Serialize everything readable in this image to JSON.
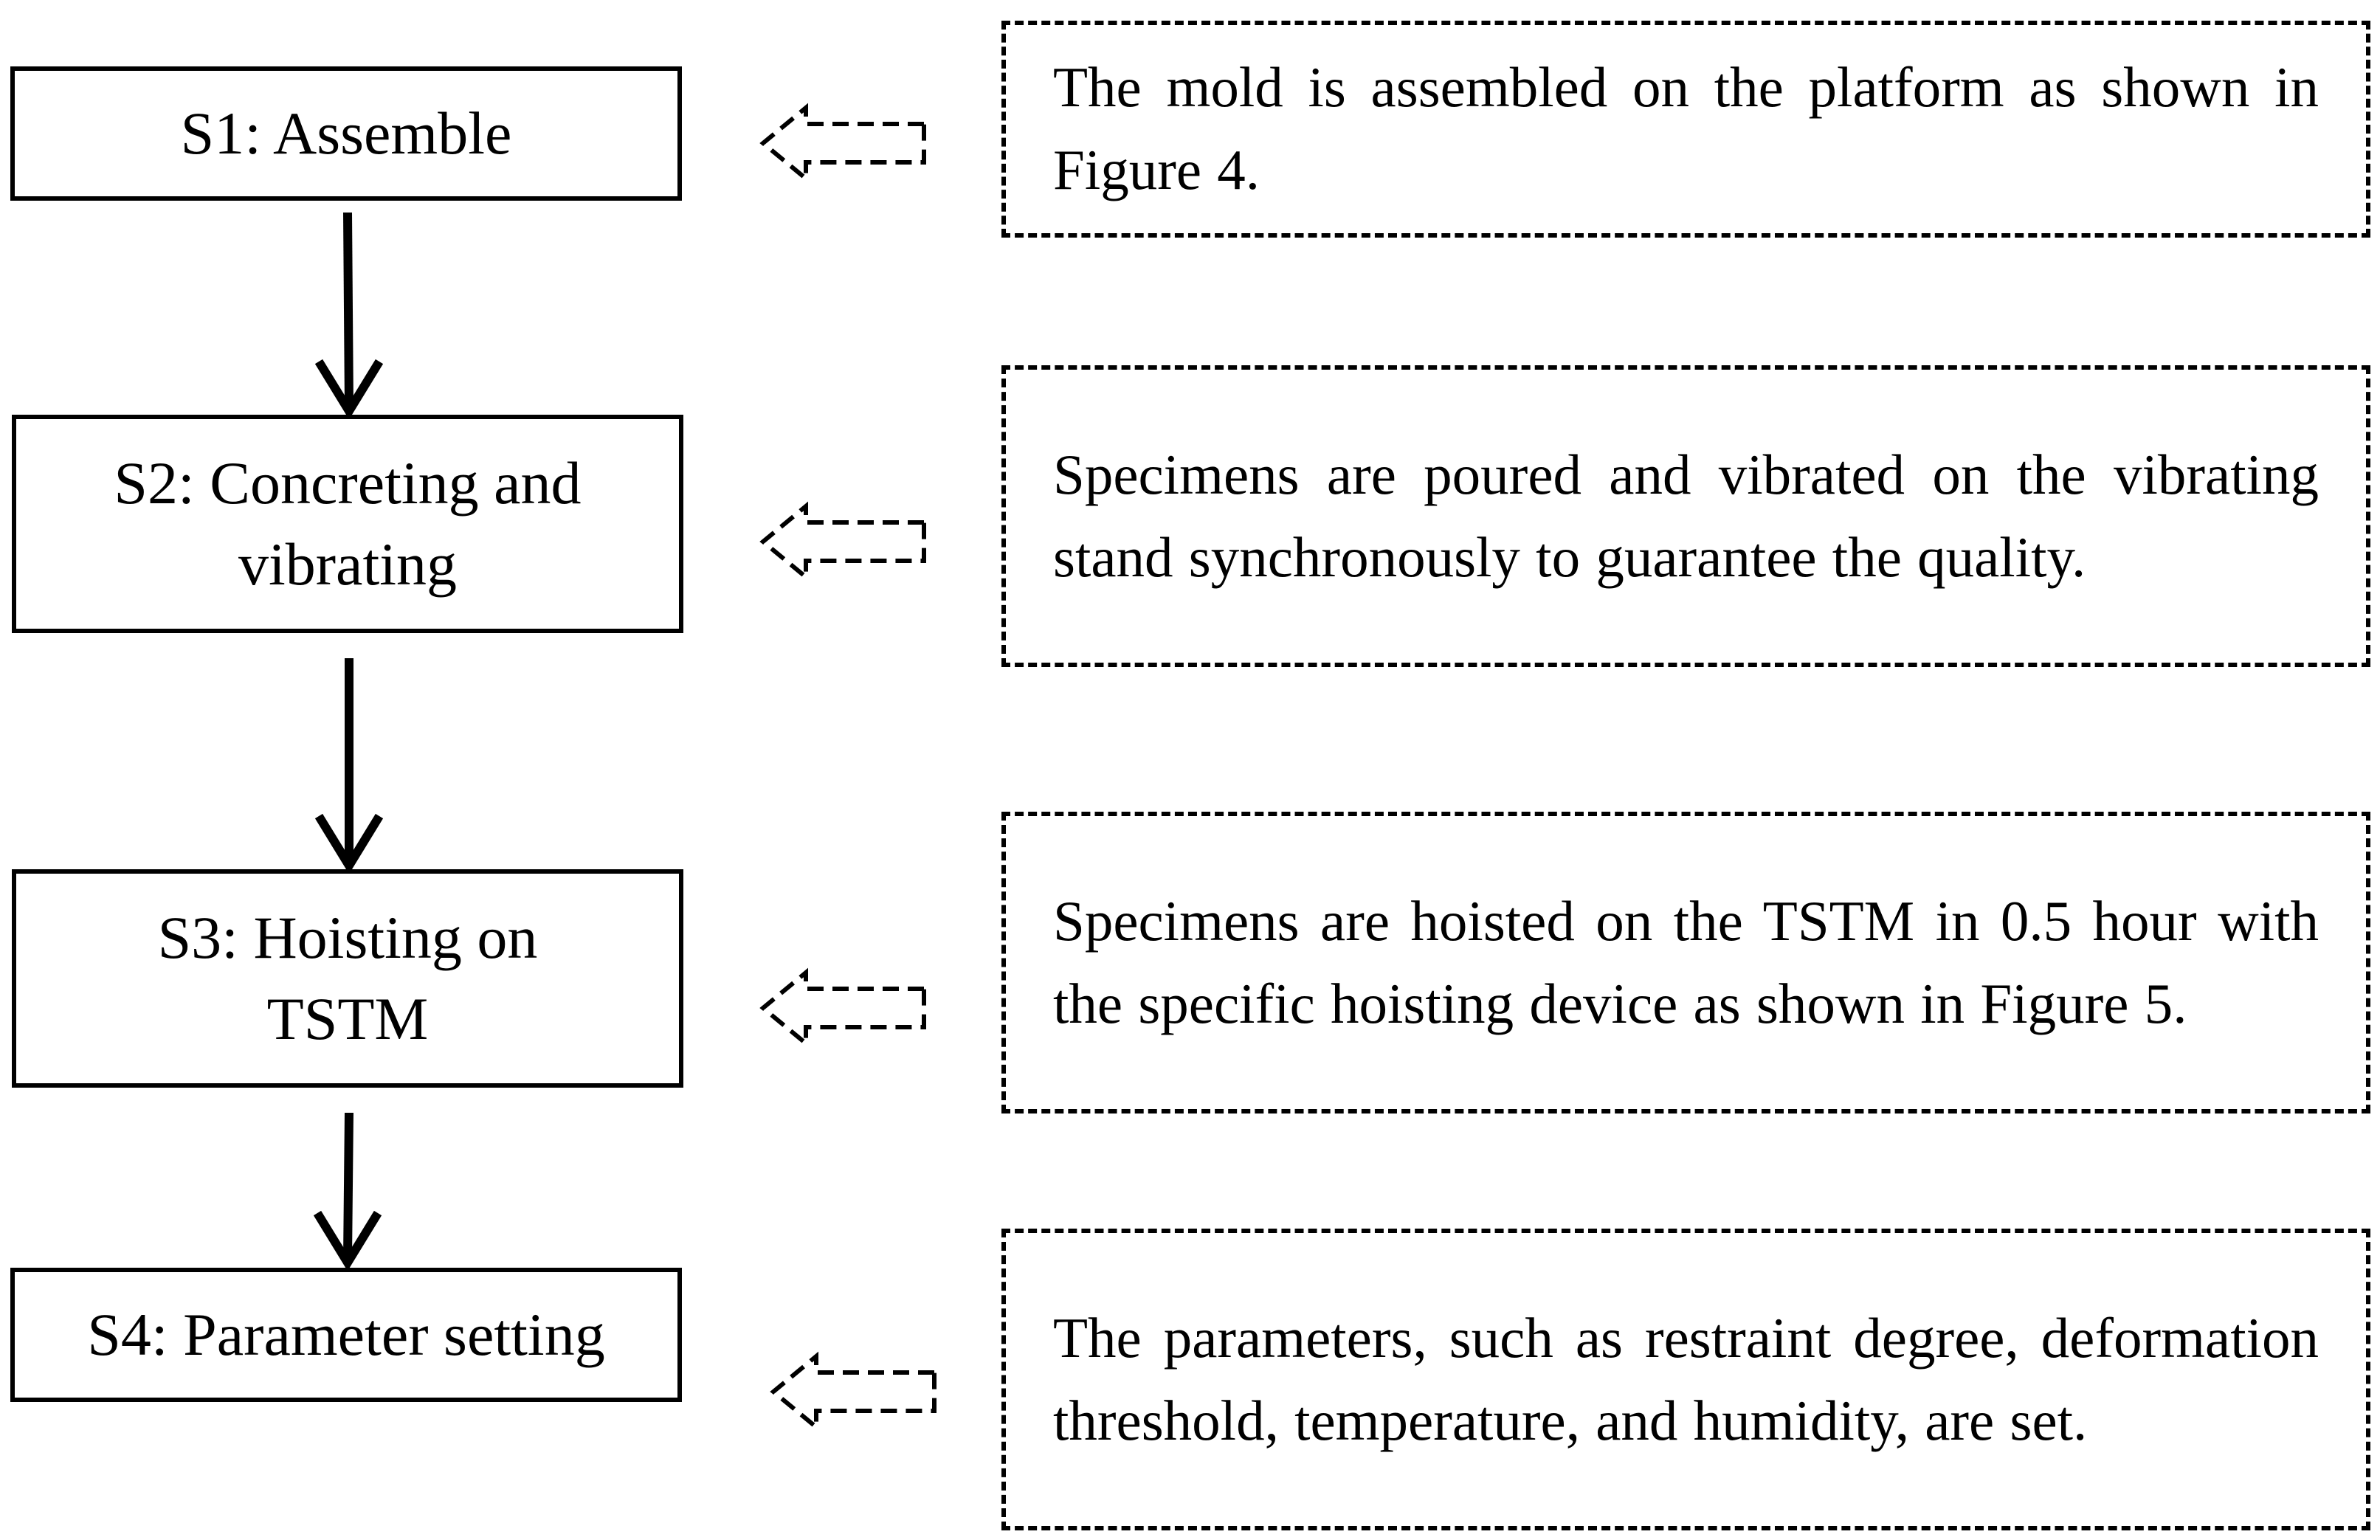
{
  "steps": [
    {
      "id": "s1",
      "label": "S1: Assemble"
    },
    {
      "id": "s2",
      "label": "S2: Concreting and vibrating"
    },
    {
      "id": "s3",
      "label": "S3: Hoisting on TSTM"
    },
    {
      "id": "s4",
      "label": "S4: Parameter setting"
    }
  ],
  "descriptions": [
    {
      "step": "s1",
      "text": "The mold is assembled on the platform as shown in Figure 4."
    },
    {
      "step": "s2",
      "text": "Specimens are poured and vibrated on the vibrating stand synchronously to guarantee the quality."
    },
    {
      "step": "s3",
      "text": "Specimens are hoisted on the TSTM in 0.5 hour with the specific hoisting device as shown in Figure 5."
    },
    {
      "step": "s4",
      "text": "The parameters, such as restraint degree, deformation threshold, temperature, and humidity, are set."
    }
  ],
  "colors": {
    "line": "#000000",
    "background": "#ffffff"
  }
}
